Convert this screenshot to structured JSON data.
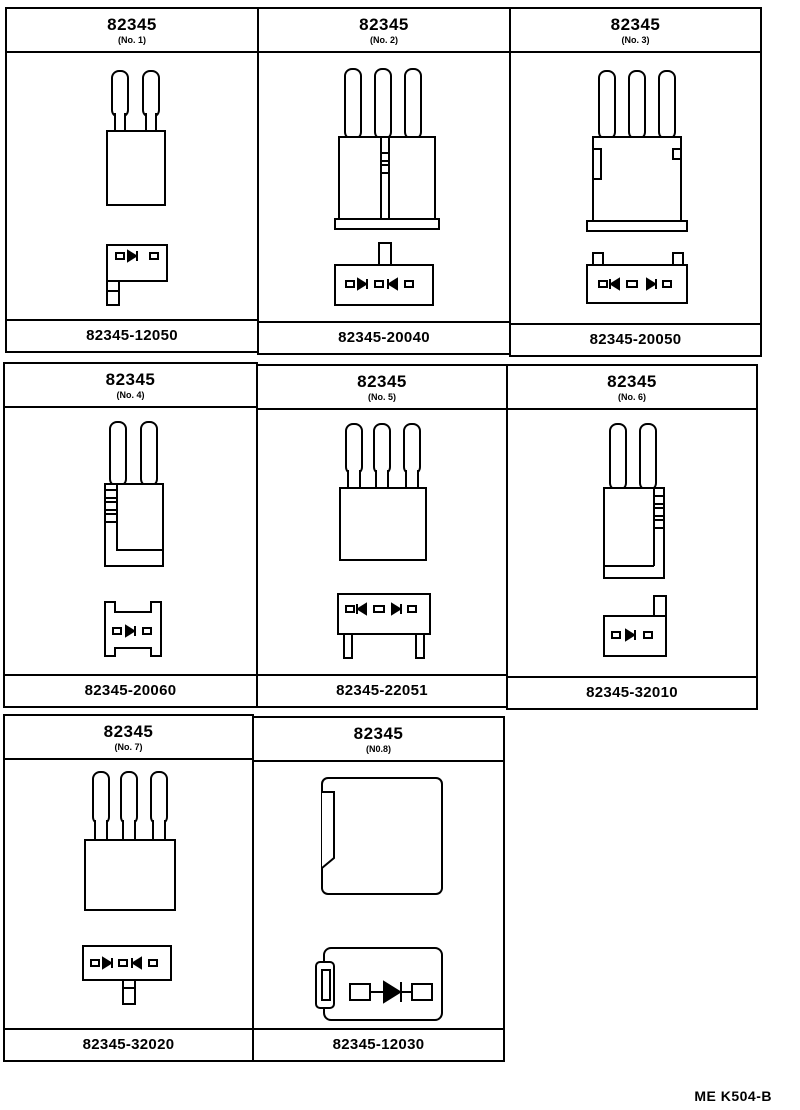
{
  "relays": [
    {
      "part_name": "82345",
      "index_label": "(No. 1)",
      "part_number": "82345-12050"
    },
    {
      "part_name": "82345",
      "index_label": "(No. 2)",
      "part_number": "82345-20040"
    },
    {
      "part_name": "82345",
      "index_label": "(No. 3)",
      "part_number": "82345-20050"
    },
    {
      "part_name": "82345",
      "index_label": "(No. 4)",
      "part_number": "82345-20060"
    },
    {
      "part_name": "82345",
      "index_label": "(No. 5)",
      "part_number": "82345-22051"
    },
    {
      "part_name": "82345",
      "index_label": "(No. 6)",
      "part_number": "82345-32010"
    },
    {
      "part_name": "82345",
      "index_label": "(No. 7)",
      "part_number": "82345-32020"
    },
    {
      "part_name": "82345",
      "index_label": "(N0.8)",
      "part_number": "82345-12030"
    }
  ],
  "document_code": "ME K504-B"
}
